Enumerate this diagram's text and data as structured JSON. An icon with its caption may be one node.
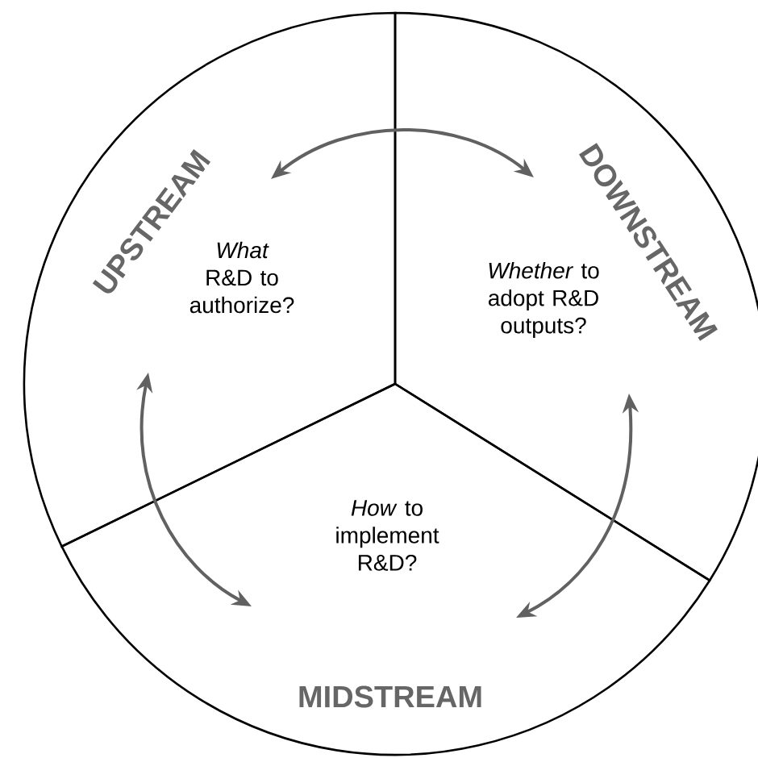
{
  "diagram": {
    "nodes": [
      {
        "text": [
          "UPSTREAM",
          "*What* R&D to authorize?"
        ]
      },
      {
        "text": [
          "DOWNSTREAM",
          "*Whether* to adopt R&D outputs?"
        ]
      },
      {
        "text": [
          "*How* to implement R&D?",
          "MIDSTREAM"
        ]
      }
    ],
    "edges": [
      {
        "from": 0,
        "to": 1,
        "arrow": "both"
      },
      {
        "from": 0,
        "to": 2,
        "arrow": "both"
      },
      {
        "from": 1,
        "to": 2,
        "arrow": "both"
      }
    ]
  }
}
